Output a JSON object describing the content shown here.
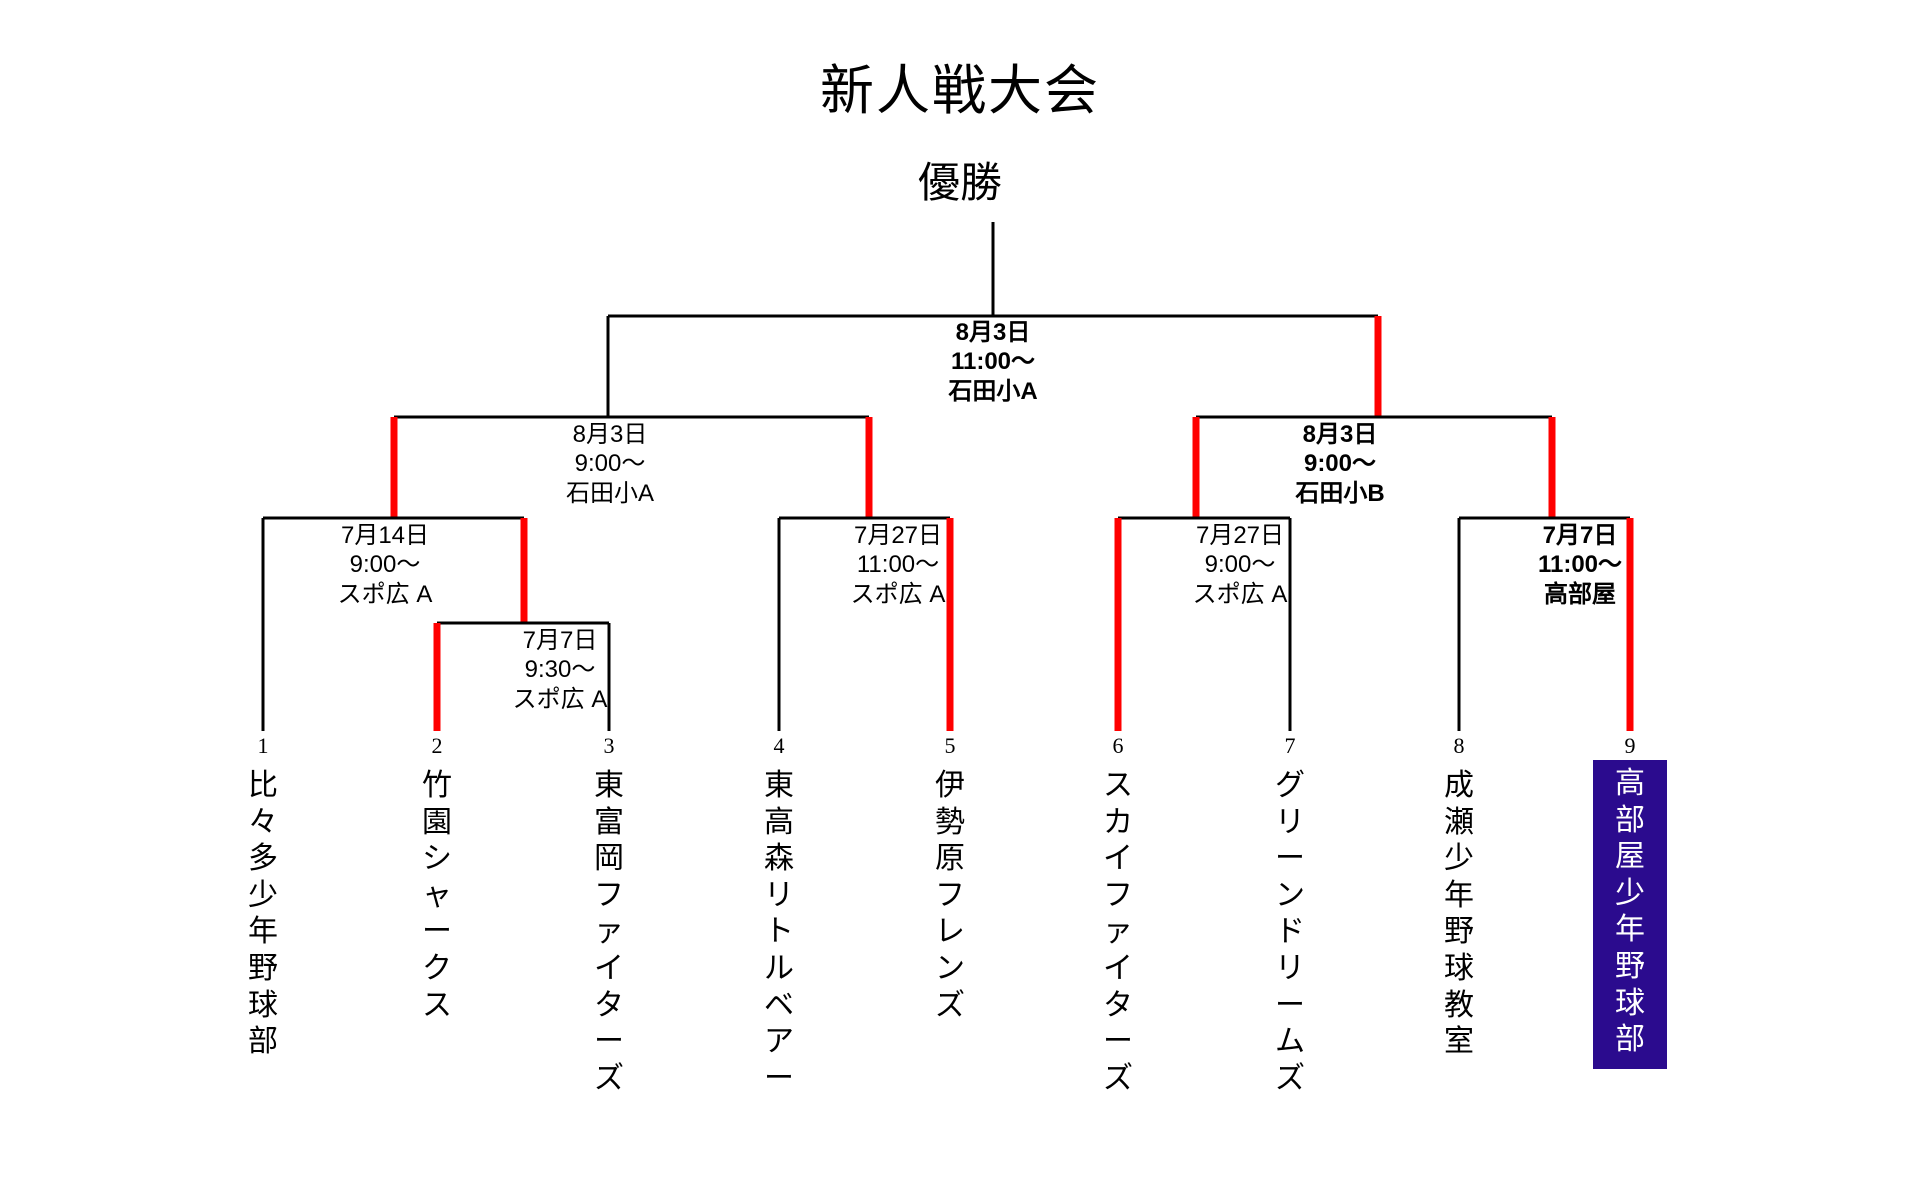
{
  "title": "新人戦大会",
  "champion_label": "優勝",
  "colors": {
    "winner_path": "#FF0000",
    "default_path": "#000000",
    "highlight_box": "#2B0B8E",
    "highlight_text": "#FFFFFF",
    "background": "#FFFFFF"
  },
  "matches": [
    {
      "id": "final",
      "round": "final",
      "date": "8月3日",
      "time": "11:00〜",
      "venue": "石田小A",
      "bold": true
    },
    {
      "id": "semifinal-left",
      "round": "semifinal",
      "date": "8月3日",
      "time": "9:00〜",
      "venue": "石田小A",
      "bold": false
    },
    {
      "id": "semifinal-right",
      "round": "semifinal",
      "date": "8月3日",
      "time": "9:00〜",
      "venue": "石田小B",
      "bold": true
    },
    {
      "id": "quarterfinal-1",
      "round": "quarterfinal",
      "date": "7月14日",
      "time": "9:00〜",
      "venue": "スポ広 A",
      "bold": false
    },
    {
      "id": "quarterfinal-2",
      "round": "quarterfinal",
      "date": "7月27日",
      "time": "11:00〜",
      "venue": "スポ広 A",
      "bold": false
    },
    {
      "id": "quarterfinal-3",
      "round": "quarterfinal",
      "date": "7月27日",
      "time": "9:00〜",
      "venue": "スポ広 A",
      "bold": false
    },
    {
      "id": "quarterfinal-4",
      "round": "quarterfinal",
      "date": "7月7日",
      "time": "11:00〜",
      "venue": "高部屋",
      "bold": true
    },
    {
      "id": "firstround-1",
      "round": "first-round",
      "date": "7月7日",
      "time": "9:30〜",
      "venue": "スポ広 A",
      "bold": false
    }
  ],
  "teams": [
    {
      "seed": "1",
      "name": "比々多少年野球部",
      "winner": false,
      "highlight": false
    },
    {
      "seed": "2",
      "name": "竹園シャークス",
      "winner": true,
      "highlight": false
    },
    {
      "seed": "3",
      "name": "東富岡ファイターズ",
      "winner": false,
      "highlight": false
    },
    {
      "seed": "4",
      "name": "東高森リトルベアー",
      "winner": false,
      "highlight": false
    },
    {
      "seed": "5",
      "name": "伊勢原フレンズ",
      "winner": true,
      "highlight": false
    },
    {
      "seed": "6",
      "name": "スカイファイターズ",
      "winner": true,
      "highlight": false
    },
    {
      "seed": "7",
      "name": "グリーンドリームズ",
      "winner": false,
      "highlight": false
    },
    {
      "seed": "8",
      "name": "成瀬少年野球教室",
      "winner": false,
      "highlight": false
    },
    {
      "seed": "9",
      "name": "高部屋少年野球部",
      "winner": true,
      "highlight": true
    }
  ]
}
